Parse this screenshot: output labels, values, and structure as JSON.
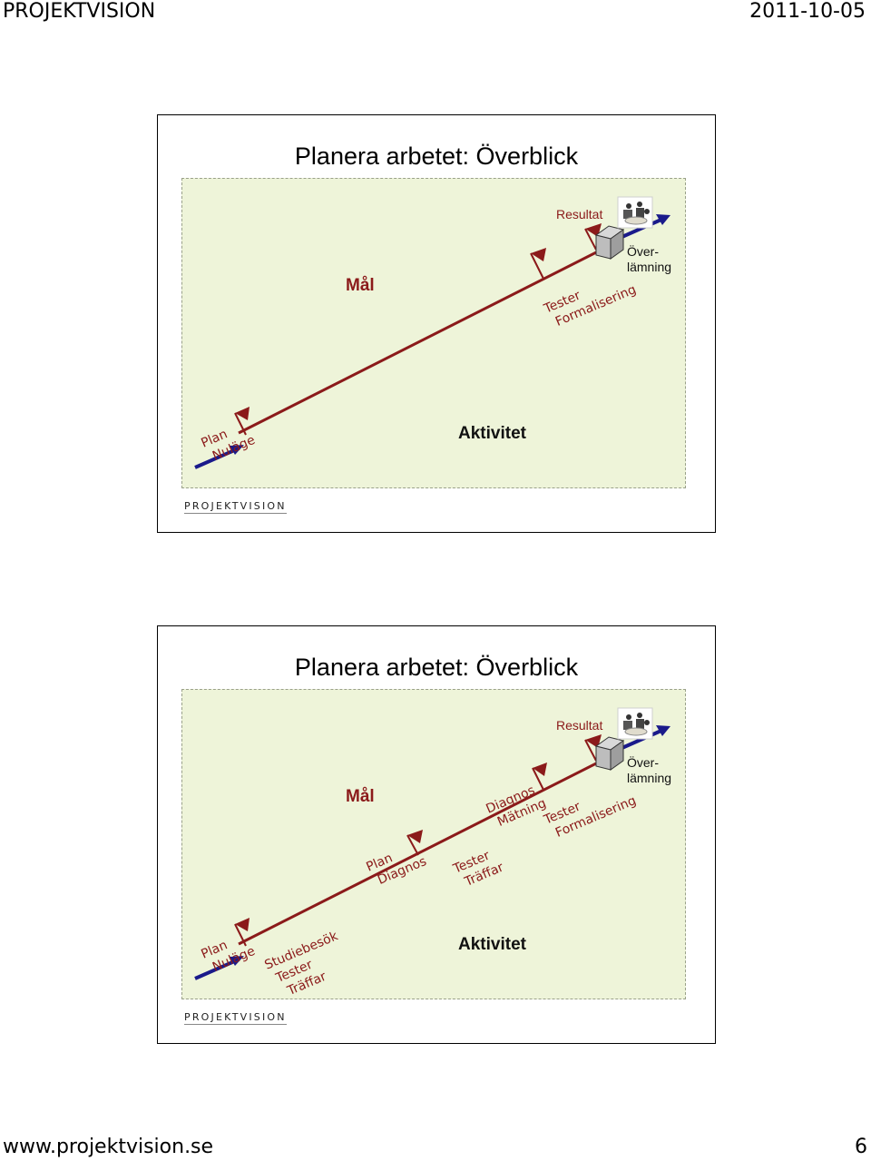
{
  "header": {
    "left": "PROJEKTVISION",
    "right": "2011-10-05"
  },
  "footer": {
    "url": "www.projektvision.se",
    "page": "6"
  },
  "slides": [
    {
      "title": "Planera arbetet: Överblick",
      "brand": "PROJEKTVISION",
      "goal_label": "Mål",
      "activity_label": "Aktivitet",
      "result_label": "Resultat",
      "handover": {
        "line1": "Över-",
        "line2": "lämning"
      },
      "milestones": {
        "start": {
          "line1": "Plan",
          "line2": "Nuläge"
        },
        "test": {
          "line1": "Tester",
          "line2": "Formalisering"
        }
      }
    },
    {
      "title": "Planera arbetet: Överblick",
      "brand": "PROJEKTVISION",
      "goal_label": "Mål",
      "activity_label": "Aktivitet",
      "result_label": "Resultat",
      "handover": {
        "line1": "Över-",
        "line2": "lämning"
      },
      "milestones": {
        "start": {
          "line1": "Plan",
          "line2": "Nuläge"
        },
        "study": {
          "line1": "Studiebesök",
          "line2": "Tester",
          "line3": "Träffar"
        },
        "plan": {
          "line1": "Plan",
          "line2": "Diagnos"
        },
        "tester": {
          "line1": "Tester",
          "line2": "Träffar"
        },
        "diagnos": {
          "line1": "Diagnos",
          "line2": "Mätning"
        },
        "test": {
          "line1": "Tester",
          "line2": "Formalisering"
        }
      }
    }
  ],
  "colors": {
    "line": "#8b1a1a",
    "arrow": "#1a1a8b",
    "panel": "#eef4d9"
  },
  "icons": [
    "flag-icon",
    "box-icon",
    "meeting-illustration-icon"
  ]
}
